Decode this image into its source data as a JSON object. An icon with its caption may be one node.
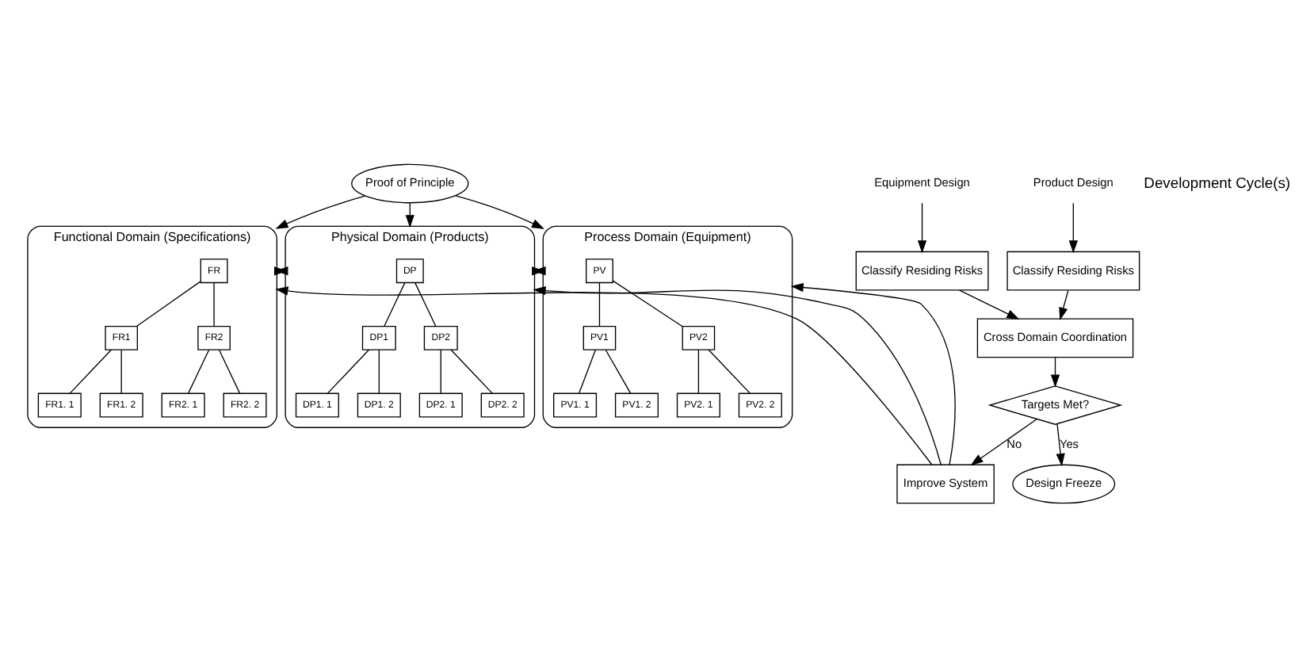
{
  "diagram": {
    "nodes": [
      {
        "text": [
          "Proof of Principle"
        ]
      },
      {
        "text": [
          "Functional Domain (Specifications)"
        ]
      },
      {
        "text": [
          "FR"
        ],
        "in": 1
      },
      {
        "text": [
          "FR1"
        ],
        "in": 1
      },
      {
        "text": [
          "FR2"
        ],
        "in": 1
      },
      {
        "text": [
          "FR1. 1"
        ],
        "in": 1
      },
      {
        "text": [
          "FR1. 2"
        ],
        "in": 1
      },
      {
        "text": [
          "FR2. 1"
        ],
        "in": 1
      },
      {
        "text": [
          "FR2. 2"
        ],
        "in": 1
      },
      {
        "text": [
          "Physical Domain (Products)"
        ]
      },
      {
        "text": [
          "DP"
        ],
        "in": 9
      },
      {
        "text": [
          "DP1"
        ],
        "in": 9
      },
      {
        "text": [
          "DP2"
        ],
        "in": 9
      },
      {
        "text": [
          "DP1. 1"
        ],
        "in": 9
      },
      {
        "text": [
          "DP1. 2"
        ],
        "in": 9
      },
      {
        "text": [
          "DP2. 1"
        ],
        "in": 9
      },
      {
        "text": [
          "DP2. 2"
        ],
        "in": 9
      },
      {
        "text": [
          "Process Domain (Equipment)"
        ]
      },
      {
        "text": [
          "PV"
        ],
        "in": 17
      },
      {
        "text": [
          "PV1"
        ],
        "in": 17
      },
      {
        "text": [
          "PV2"
        ],
        "in": 17
      },
      {
        "text": [
          "PV1. 1"
        ],
        "in": 17
      },
      {
        "text": [
          "PV1. 2"
        ],
        "in": 17
      },
      {
        "text": [
          "PV2. 1"
        ],
        "in": 17
      },
      {
        "text": [
          "PV2. 2"
        ],
        "in": 17
      },
      {
        "text": [
          "Product Design"
        ]
      },
      {
        "text": [
          "Equipment Design"
        ]
      },
      {
        "text": [
          "Improve System"
        ]
      },
      {
        "text": [
          "Classify Residing Risks"
        ]
      },
      {
        "text": [
          "Classify Residing Risks"
        ]
      },
      {
        "text": [
          "Cross Domain Coordination"
        ]
      },
      {
        "text": [
          "Targets Met?"
        ]
      },
      {
        "text": [
          "Design Freeze"
        ]
      }
    ],
    "edges": [
      {
        "from": 0,
        "to": 1,
        "arrow": "to"
      },
      {
        "from": 0,
        "to": 9,
        "arrow": "to"
      },
      {
        "from": 0,
        "to": 17,
        "arrow": "to"
      },
      {
        "from": 27,
        "to": 1,
        "arrow": "to"
      },
      {
        "from": 27,
        "to": 9,
        "arrow": "to"
      },
      {
        "from": 27,
        "to": 17,
        "arrow": "to"
      },
      {
        "from": 2,
        "to": 3,
        "arrow": "none"
      },
      {
        "from": 2,
        "to": 4,
        "arrow": "none"
      },
      {
        "from": 3,
        "to": 5,
        "arrow": "none"
      },
      {
        "from": 3,
        "to": 6,
        "arrow": "none"
      },
      {
        "from": 4,
        "to": 7,
        "arrow": "none"
      },
      {
        "from": 4,
        "to": 8,
        "arrow": "none"
      },
      {
        "from": 10,
        "to": 11,
        "arrow": "none"
      },
      {
        "from": 10,
        "to": 12,
        "arrow": "none"
      },
      {
        "from": 11,
        "to": 13,
        "arrow": "none"
      },
      {
        "from": 11,
        "to": 14,
        "arrow": "none"
      },
      {
        "from": 12,
        "to": 15,
        "arrow": "none"
      },
      {
        "from": 12,
        "to": 16,
        "arrow": "none"
      },
      {
        "from": 18,
        "to": 19,
        "arrow": "none"
      },
      {
        "from": 18,
        "to": 20,
        "arrow": "none"
      },
      {
        "from": 19,
        "to": 21,
        "arrow": "none"
      },
      {
        "from": 19,
        "to": 22,
        "arrow": "none"
      },
      {
        "from": 20,
        "to": 23,
        "arrow": "none"
      },
      {
        "from": 20,
        "to": 24,
        "arrow": "none"
      },
      {
        "from": 1,
        "to": 9,
        "arrow": "to"
      },
      {
        "from": 9,
        "to": 1,
        "arrow": "to"
      },
      {
        "from": 9,
        "to": 17,
        "arrow": "to"
      },
      {
        "from": 17,
        "to": 9,
        "arrow": "to"
      },
      {
        "from": 26,
        "to": 28,
        "arrow": "to"
      },
      {
        "from": 25,
        "to": 29,
        "arrow": "to"
      },
      {
        "from": 28,
        "to": 30,
        "arrow": "to"
      },
      {
        "from": 29,
        "to": 30,
        "arrow": "to"
      },
      {
        "from": 30,
        "to": 31,
        "arrow": "to"
      },
      {
        "from": 31,
        "to": 32,
        "label": "Yes",
        "arrow": "to"
      },
      {
        "from": 31,
        "to": 27,
        "label": "No",
        "arrow": "to"
      }
    ],
    "labels": [
      "Development Cycle(s)"
    ]
  }
}
